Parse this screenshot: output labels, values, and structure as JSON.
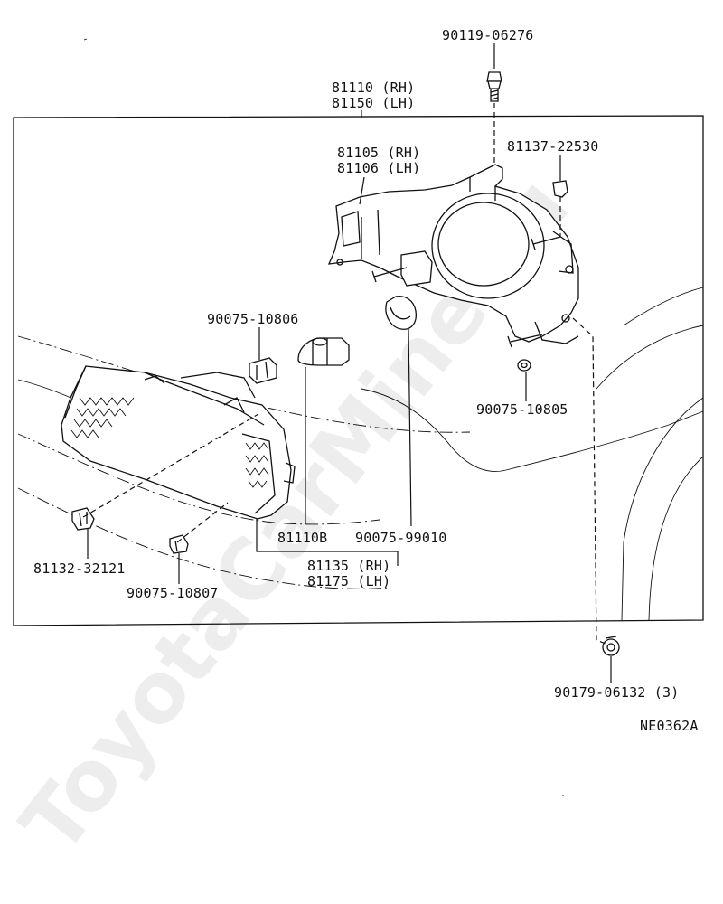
{
  "diagram": {
    "ref_code": "NE0362A",
    "watermark": "ToyotaCarMine.ru",
    "parts": {
      "screw_top": "90119-06276",
      "headlamp_assy_rh": "81110 (RH)",
      "headlamp_assy_lh": "81150 (LH)",
      "housing_rh": "81105 (RH)",
      "housing_lh": "81106 (LH)",
      "adjust_screw": "81137-22530",
      "bulb_socket": "90075-10806",
      "nut_right": "90075-10805",
      "bulb": "81110B",
      "socket_ring": "90075-99010",
      "lens_rh": "81135 (RH)",
      "lens_lh": "81175 (LH)",
      "clip_left": "81132-32121",
      "clip_small": "90075-10807",
      "nut_bottom": "90179-06132 (3)"
    }
  }
}
